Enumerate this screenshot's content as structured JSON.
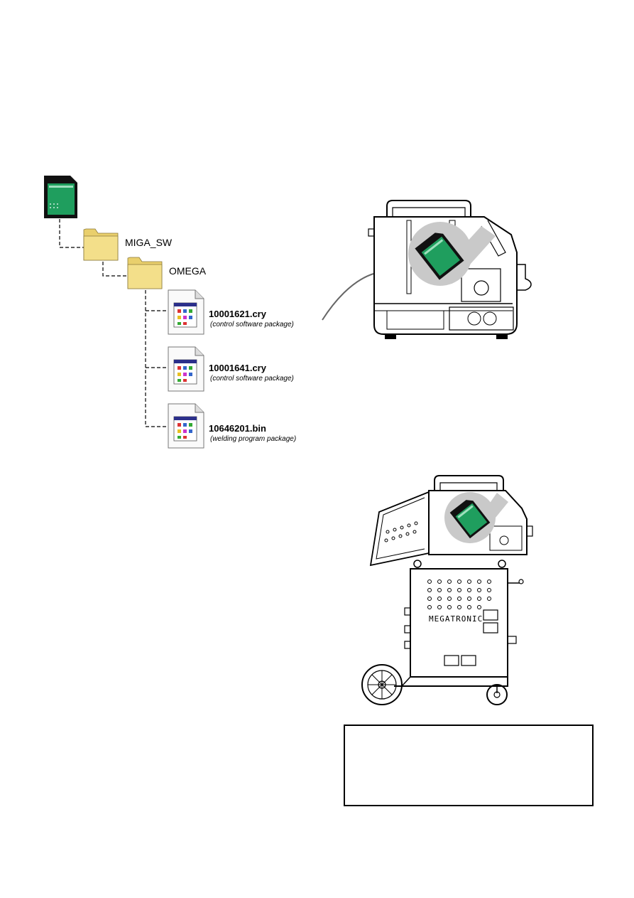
{
  "tree": {
    "folders": [
      {
        "name": "MIGA_SW"
      },
      {
        "name": "OMEGA"
      }
    ],
    "files": [
      {
        "name": "10001621.cry",
        "description": "(control software package)"
      },
      {
        "name": "10001641.cry",
        "description": "(control software package)"
      },
      {
        "name": "10646201.bin",
        "description": "(welding program package)"
      }
    ]
  },
  "device": {
    "brand_logo": "MEGATRONIC"
  },
  "colors": {
    "sd_card_green": "#1f9e5e",
    "folder_yellow": "#f3df8a",
    "callout_gray": "#c9c9c9"
  },
  "note_box": {
    "text": ""
  }
}
